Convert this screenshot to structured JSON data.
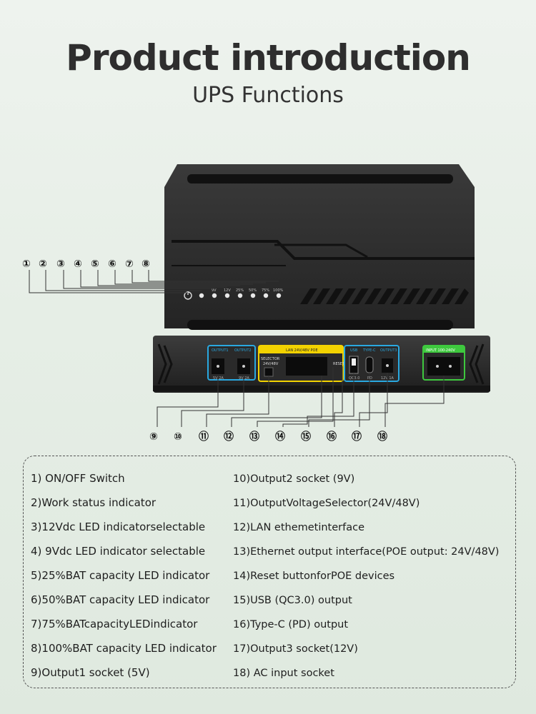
{
  "header": {
    "title": "Product introduction",
    "subtitle": "UPS Functions"
  },
  "device": {
    "top_callouts": [
      "①",
      "②",
      "③",
      "④",
      "⑤",
      "⑥",
      "⑦",
      "⑧"
    ],
    "bottom_callouts": [
      "⑨",
      "⑩",
      "⑪",
      "⑫",
      "⑬",
      "⑭",
      "⑮",
      "⑯",
      "⑰",
      "⑱"
    ],
    "led_labels": [
      "9V",
      "12V",
      "25%",
      "50%",
      "75%",
      "100%"
    ],
    "panel_labels": {
      "output_group": [
        "OUTPUT1",
        "OUTPUT2"
      ],
      "output_sub": [
        "5V 2A",
        "9V 2A"
      ],
      "lan": "LAN 24V/48V POE",
      "selector": "SELECTOR",
      "selector_sub": "24V/48V",
      "reset": "RESET",
      "usb_group": [
        "USB",
        "TYPE-C",
        "OUTPUT3"
      ],
      "usb_sub": [
        "QC3.0",
        "PD",
        "12V 1A"
      ],
      "input": "INPUT 100-240V"
    }
  },
  "legend": {
    "left": [
      "1) ON/OFF Switch",
      "2)Work status indicator",
      "3)12Vdc LED indicatorselectable",
      "4) 9Vdc LED indicator selectable",
      "5)25%BAT capacity LED indicator",
      "6)50%BAT capacity LED indicator",
      "7)75%BATcapacityLEDindicator",
      "8)100%BAT capacity LED indicator",
      "9)Output1 socket (5V)"
    ],
    "right": [
      "10)Output2 socket (9V)",
      "11)OutputVoltageSelector(24V/48V)",
      "12)LAN ethemetinterface",
      "13)Ethernet output interface(POE output: 24V/48V)",
      "14)Reset buttonforPOE devices",
      "15)USB (QC3.0) output",
      "16)Type-C (PD) output",
      "17)Output3 socket(12V)",
      "18) AC input socket"
    ]
  },
  "colors": {
    "device_body": "#2b2b2b",
    "accent_blue": "#29a8e0",
    "accent_yellow": "#f2d200",
    "accent_green": "#3ec83e"
  }
}
